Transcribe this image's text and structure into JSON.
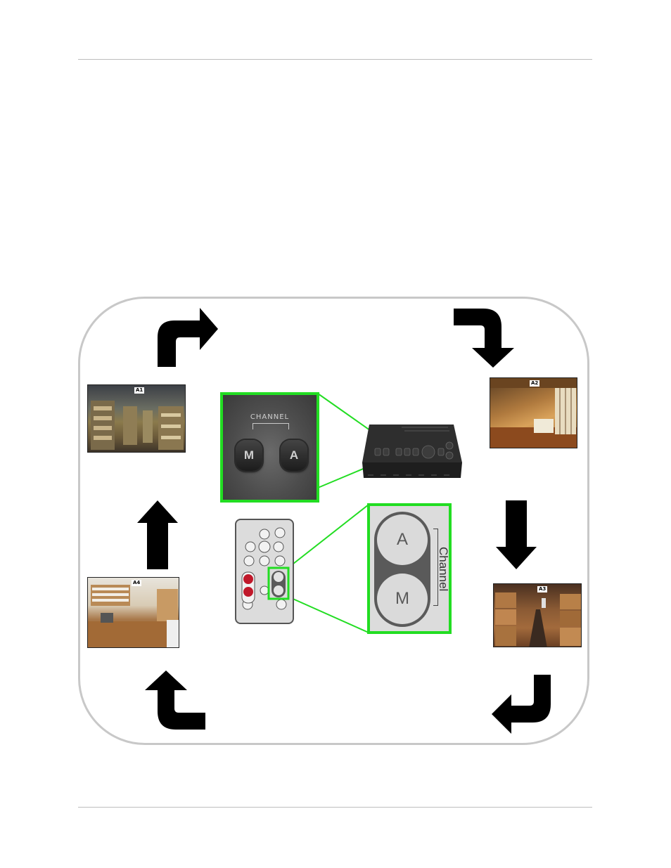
{
  "panel": {
    "channel_label": "CHANNEL",
    "button_m": "M",
    "button_a": "A",
    "zoom_button_a": "A",
    "zoom_button_m": "M",
    "zoom_channel_label": "Channel"
  },
  "cameras": [
    {
      "badge": "A1",
      "scene": "warehouse"
    },
    {
      "badge": "A2",
      "scene": "room"
    },
    {
      "badge": "A3",
      "scene": "boxes"
    },
    {
      "badge": "A4",
      "scene": "office"
    }
  ],
  "colors": {
    "highlight": "#22dd22",
    "frame": "#c8c8c8",
    "arrow": "#000000"
  }
}
